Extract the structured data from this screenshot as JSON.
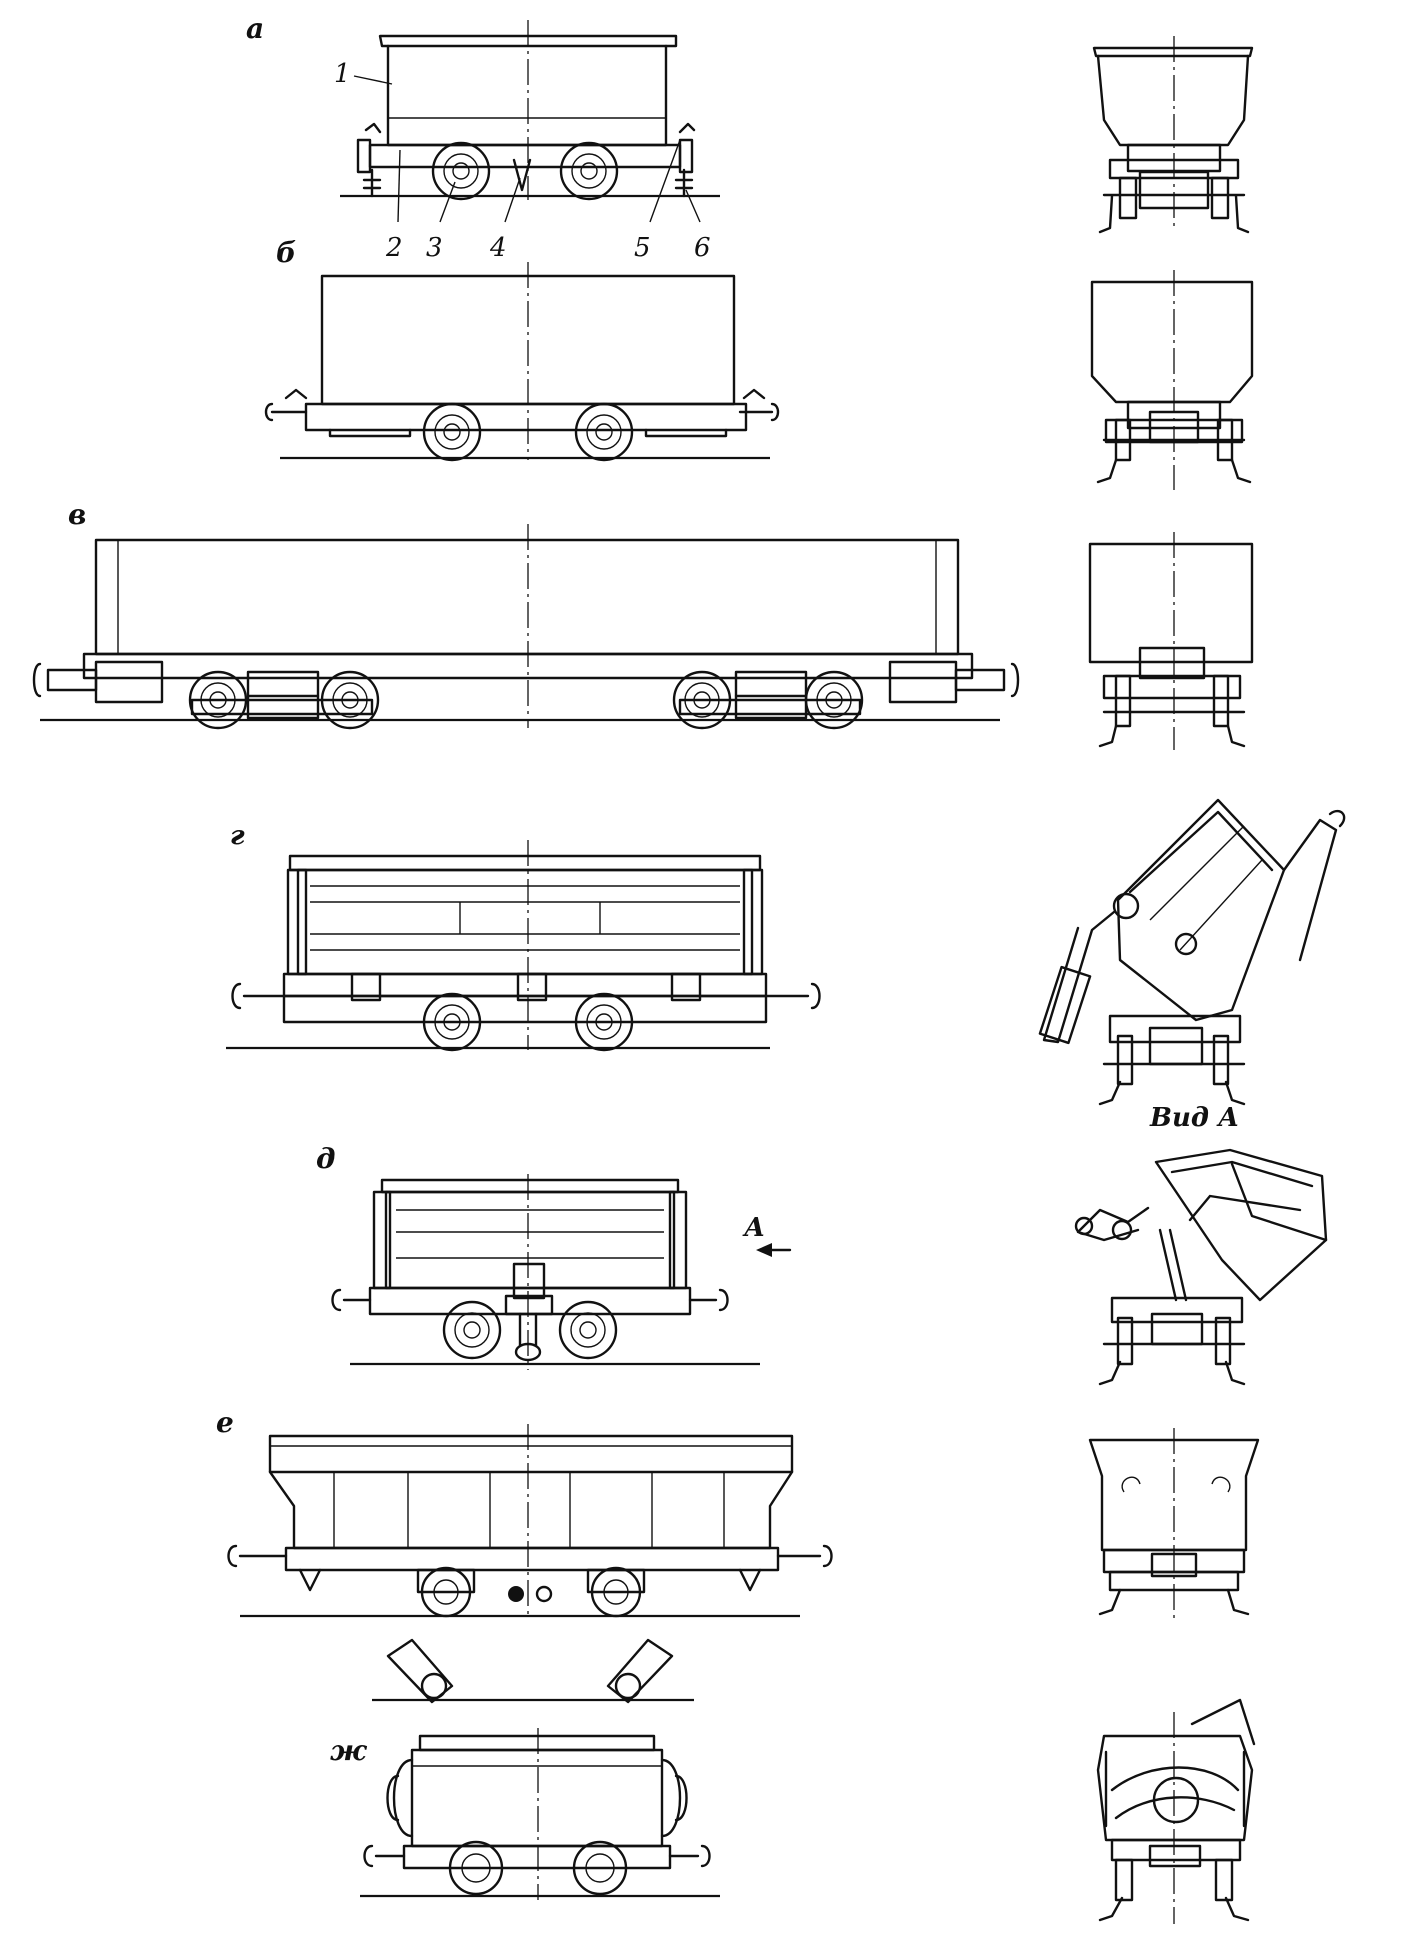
{
  "figure_labels": {
    "a": "а",
    "b": "б",
    "v": "в",
    "g": "г",
    "d": "д",
    "e": "е",
    "zh": "ж"
  },
  "part_numbers": [
    "1",
    "2",
    "3",
    "4",
    "5",
    "6"
  ],
  "view_label": "Вид  А",
  "arrow_label": "А"
}
